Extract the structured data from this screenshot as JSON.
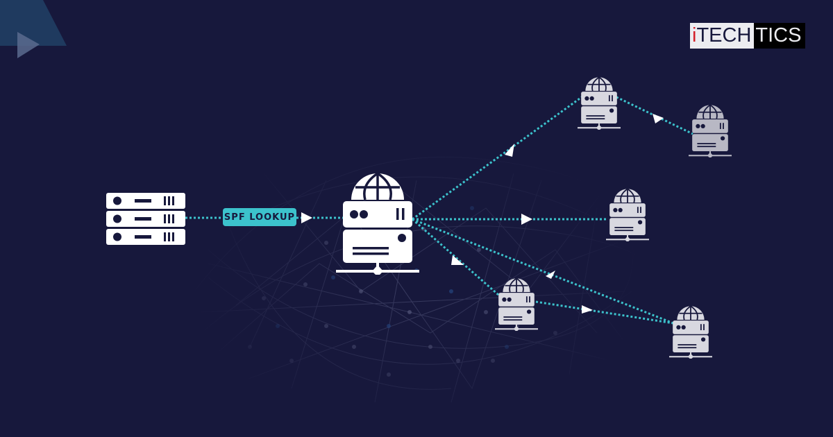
{
  "brand": {
    "logo_left": "TECH",
    "logo_i": "i",
    "logo_right": "TICS",
    "accent_red": "#d4202a"
  },
  "diagram": {
    "title": "SPF lookup network diagram",
    "label": "SPF LOOKUP",
    "colors": {
      "background": "#17183c",
      "connector": "#3cc2cc",
      "primary_server": "#ffffff",
      "secondary_server": "#d8d8e0",
      "arrow": "#ffffff"
    },
    "nodes": [
      {
        "id": "sender-rack",
        "type": "server-rack",
        "label": "Sending mail server"
      },
      {
        "id": "dns-main",
        "type": "web-server",
        "label": "Main DNS server"
      },
      {
        "id": "dns-top",
        "type": "web-server",
        "label": "DNS server top"
      },
      {
        "id": "dns-top-right",
        "type": "web-server",
        "label": "DNS server top-right"
      },
      {
        "id": "dns-mid-right",
        "type": "web-server",
        "label": "DNS server middle-right"
      },
      {
        "id": "dns-bottom-mid",
        "type": "web-server",
        "label": "DNS server bottom-middle"
      },
      {
        "id": "dns-bottom-right",
        "type": "web-server",
        "label": "DNS server bottom-right"
      }
    ],
    "edges": [
      {
        "from": "sender-rack",
        "to": "dns-main",
        "style": "dotted",
        "label": "SPF LOOKUP"
      },
      {
        "from": "dns-main",
        "to": "dns-top",
        "style": "dotted"
      },
      {
        "from": "dns-top",
        "to": "dns-top-right",
        "style": "dotted"
      },
      {
        "from": "dns-main",
        "to": "dns-mid-right",
        "style": "dotted"
      },
      {
        "from": "dns-main",
        "to": "dns-bottom-mid",
        "style": "dotted"
      },
      {
        "from": "dns-main",
        "to": "dns-bottom-right",
        "style": "dotted"
      },
      {
        "from": "dns-bottom-mid",
        "to": "dns-bottom-right",
        "style": "dotted"
      }
    ]
  }
}
